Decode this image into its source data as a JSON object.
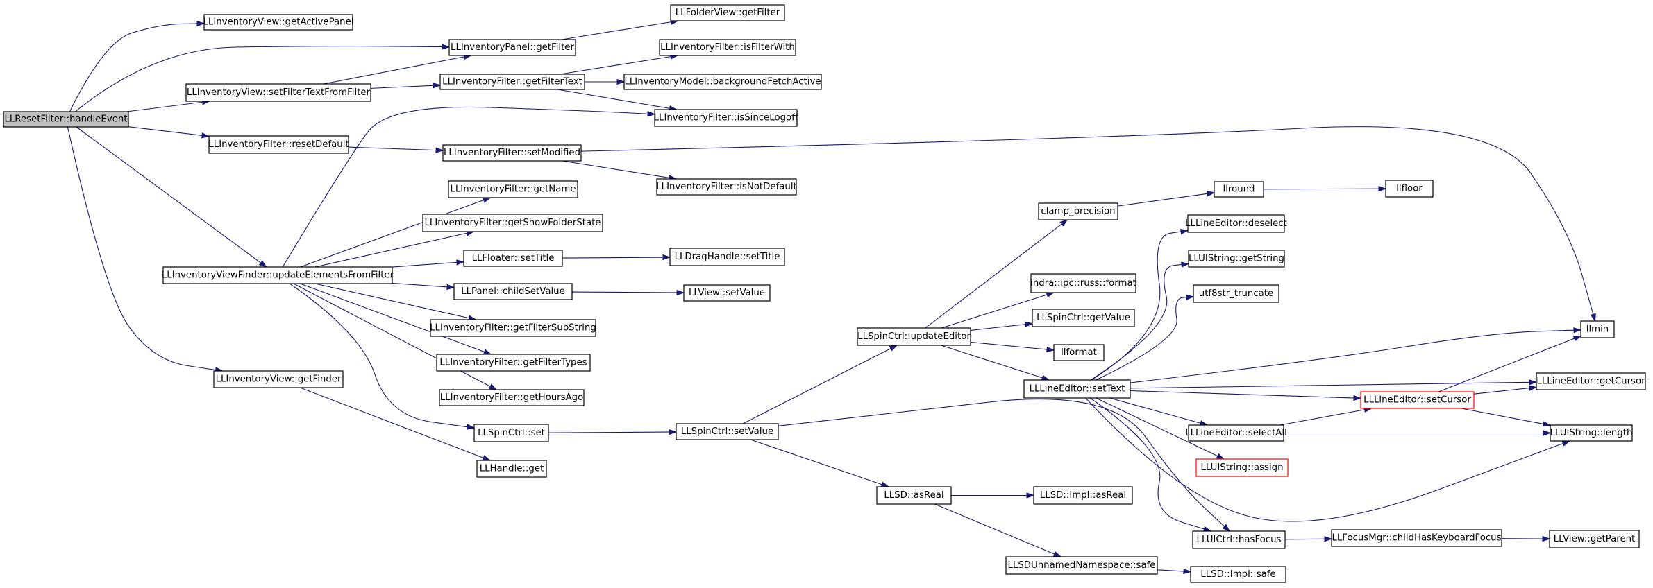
{
  "colors": {
    "edge": "#191970",
    "node_border": "#000000",
    "truncated_border": "#ff0000",
    "root_fill": "#c0c0c0"
  },
  "nodes": [
    {
      "id": "n_reset_handle",
      "label": "LLResetFilter::handleEvent",
      "kind": "root"
    },
    {
      "id": "n_iv_getactivepanel",
      "label": "LLInventoryView::getActivePanel"
    },
    {
      "id": "n_ip_getfilter",
      "label": "LLInventoryPanel::getFilter"
    },
    {
      "id": "n_fv_getfilter",
      "label": "LLFolderView::getFilter"
    },
    {
      "id": "n_iv_setfiltertext",
      "label": "LLInventoryView::setFilterTextFromFilter"
    },
    {
      "id": "n_if_getfiltertext",
      "label": "LLInventoryFilter::getFilterText"
    },
    {
      "id": "n_if_isfilterwith",
      "label": "LLInventoryFilter::isFilterWith"
    },
    {
      "id": "n_im_bgfetch",
      "label": "LLInventoryModel::backgroundFetchActive"
    },
    {
      "id": "n_if_issincelogoff",
      "label": "LLInventoryFilter::isSinceLogoff"
    },
    {
      "id": "n_if_resetdefault",
      "label": "LLInventoryFilter::resetDefault"
    },
    {
      "id": "n_if_setmodified",
      "label": "LLInventoryFilter::setModified"
    },
    {
      "id": "n_if_isnotdefault",
      "label": "LLInventoryFilter::isNotDefault"
    },
    {
      "id": "n_if_getname",
      "label": "LLInventoryFilter::getName"
    },
    {
      "id": "n_if_getshowfolderstate",
      "label": "LLInventoryFilter::getShowFolderState"
    },
    {
      "id": "n_fl_settitle",
      "label": "LLFloater::setTitle"
    },
    {
      "id": "n_dh_settitle",
      "label": "LLDragHandle::setTitle"
    },
    {
      "id": "n_ivf_update",
      "label": "LLInventoryViewFinder::updateElementsFromFilter"
    },
    {
      "id": "n_panel_childsetvalue",
      "label": "LLPanel::childSetValue"
    },
    {
      "id": "n_view_setvalue",
      "label": "LLView::setValue"
    },
    {
      "id": "n_if_getfiltersubstring",
      "label": "LLInventoryFilter::getFilterSubString"
    },
    {
      "id": "n_if_getfiltertypes",
      "label": "LLInventoryFilter::getFilterTypes"
    },
    {
      "id": "n_if_gethoursago",
      "label": "LLInventoryFilter::getHoursAgo"
    },
    {
      "id": "n_iv_getfinder",
      "label": "LLInventoryView::getFinder"
    },
    {
      "id": "n_spin_set",
      "label": "LLSpinCtrl::set"
    },
    {
      "id": "n_handle_get",
      "label": "LLHandle::get"
    },
    {
      "id": "n_spin_setvalue",
      "label": "LLSpinCtrl::setValue"
    },
    {
      "id": "n_spin_updateeditor",
      "label": "LLSpinCtrl::updateEditor"
    },
    {
      "id": "n_clamp_precision",
      "label": "clamp_precision"
    },
    {
      "id": "n_llround",
      "label": "llround"
    },
    {
      "id": "n_llfloor",
      "label": "llfloor"
    },
    {
      "id": "n_russ_format",
      "label": "indra::ipc::russ::format"
    },
    {
      "id": "n_spin_getvalue",
      "label": "LLSpinCtrl::getValue"
    },
    {
      "id": "n_llformat",
      "label": "llformat"
    },
    {
      "id": "n_le_settext",
      "label": "LLLineEditor::setText"
    },
    {
      "id": "n_le_deselect",
      "label": "LLLineEditor::deselect"
    },
    {
      "id": "n_uis_getstring",
      "label": "LLUIString::getString"
    },
    {
      "id": "n_utf8str_truncate",
      "label": "utf8str_truncate"
    },
    {
      "id": "n_llmin",
      "label": "llmin"
    },
    {
      "id": "n_le_getcursor",
      "label": "LLLineEditor::getCursor"
    },
    {
      "id": "n_le_setcursor",
      "label": "LLLineEditor::setCursor",
      "kind": "truncated"
    },
    {
      "id": "n_le_selectall",
      "label": "LLLineEditor::selectAll"
    },
    {
      "id": "n_uis_length",
      "label": "LLUIString::length"
    },
    {
      "id": "n_uis_assign",
      "label": "LLUIString::assign",
      "kind": "truncated"
    },
    {
      "id": "n_llsd_asreal",
      "label": "LLSD::asReal"
    },
    {
      "id": "n_llsdimpl_asreal",
      "label": "LLSD::Impl::asReal"
    },
    {
      "id": "n_uictrl_hasfocus",
      "label": "LLUICtrl::hasFocus"
    },
    {
      "id": "n_focus_childhaskbd",
      "label": "LLFocusMgr::childHasKeyboardFocus"
    },
    {
      "id": "n_view_getparent",
      "label": "LLView::getParent"
    },
    {
      "id": "n_llsdunnamed_safe",
      "label": "LLSDUnnamedNamespace::safe"
    },
    {
      "id": "n_llsdimpl_safe",
      "label": "LLSD::Impl::safe"
    }
  ]
}
